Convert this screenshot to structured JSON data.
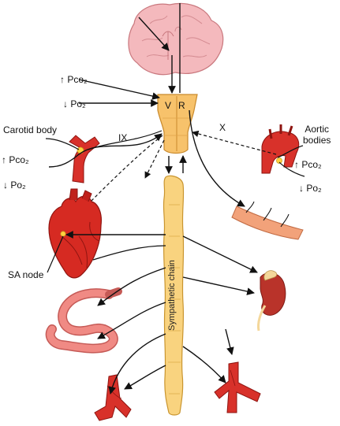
{
  "labels": {
    "pco2_up_left_top": "↑ Pco₂",
    "po2_down_left_top": "↓ Po₂",
    "carotid_body": "Carotid body",
    "nerve_ix": "IX",
    "pco2_up_left": "↑ Pco₂",
    "po2_down_left": "↓ Po₂",
    "medulla_v": "V",
    "medulla_r": "R",
    "nerve_x": "X",
    "aortic_bodies": "Aortic\nbodies",
    "pco2_up_right": "↑ Pco₂",
    "po2_down_right": "↓ Po₂",
    "sa_node": "SA node",
    "sympathetic_chain": "Sympathetic chain"
  },
  "colors": {
    "brain": "#f4b9bd",
    "brain_stroke": "#c9787e",
    "medulla": "#f7c26b",
    "medulla_stroke": "#c98a2c",
    "chain": "#f9d37f",
    "chain_stroke": "#c9952f",
    "heart": "#d62a22",
    "heart_dark": "#8e1410",
    "vessel": "#d8312a",
    "muscle": "#f2a27a",
    "gut": "#f08a84",
    "kidney": "#c0392b",
    "adrenal": "#f4d79a",
    "sensor": "#ffd23f"
  },
  "icons": [
    "brain-icon",
    "medulla-icon",
    "heart-icon",
    "carotid-artery-icon",
    "aorta-icon",
    "muscle-icon",
    "kidney-icon",
    "intestine-icon",
    "blood-vessel-icon"
  ]
}
